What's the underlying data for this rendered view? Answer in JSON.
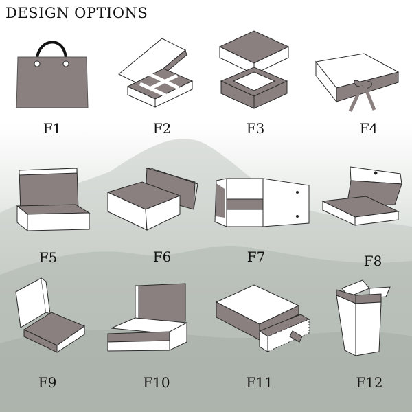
{
  "title": "DESIGN OPTIONS",
  "colors": {
    "fill_dark": "#8b8080",
    "outline": "#2a2a2a",
    "box_white": "#ffffff",
    "handle": "#111111"
  },
  "options": [
    {
      "label": "F1",
      "icon": "shopping-bag-icon"
    },
    {
      "label": "F2",
      "icon": "divided-box-icon"
    },
    {
      "label": "F3",
      "icon": "lid-and-base-box-icon"
    },
    {
      "label": "F4",
      "icon": "ribbon-box-icon"
    },
    {
      "label": "F5",
      "icon": "mailer-box-icon"
    },
    {
      "label": "F6",
      "icon": "tray-and-lid-box-icon"
    },
    {
      "label": "F7",
      "icon": "collapsible-box-icon"
    },
    {
      "label": "F8",
      "icon": "magnetic-flap-box-icon"
    },
    {
      "label": "F9",
      "icon": "folding-flap-box-icon"
    },
    {
      "label": "F10",
      "icon": "book-style-box-icon"
    },
    {
      "label": "F11",
      "icon": "drawer-box-icon"
    },
    {
      "label": "F12",
      "icon": "tuck-end-box-icon"
    }
  ]
}
